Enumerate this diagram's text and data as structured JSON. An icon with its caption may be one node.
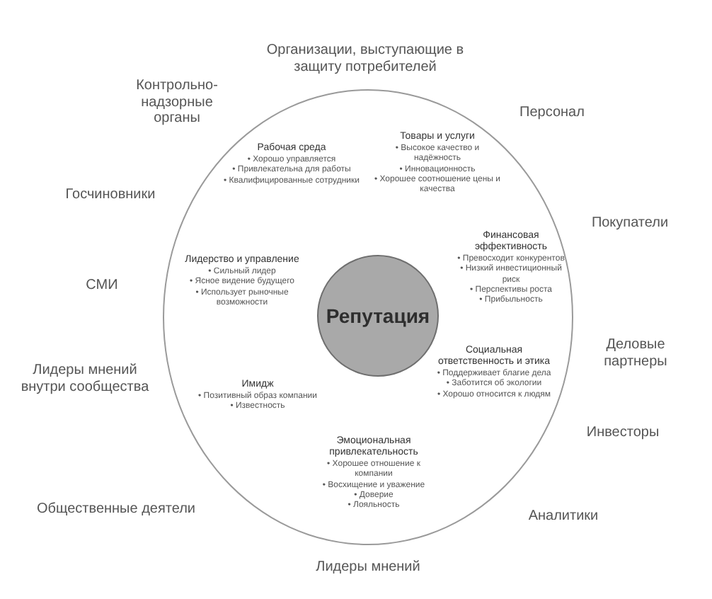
{
  "diagram": {
    "nodes": [
      {
        "text": [],
        "shape": "circle"
      },
      {
        "text": [
          "Рабочая среда",
          "• Хорошо управляется",
          "• Привлекательна для работы",
          "• Квалифицированные сотрудники"
        ],
        "in": 0
      },
      {
        "text": [
          "Товары и услуги",
          "• Высокое качество и надёжность",
          "• Инновационность",
          "• Хорошее соотношение цены и качества"
        ],
        "in": 0
      },
      {
        "text": [
          "Финансовая эффективность",
          "• Превосходит конкурентов",
          "• Низкий инвестиционный риск",
          "• Перспективы роста",
          "• Прибыльность"
        ],
        "in": 0
      },
      {
        "text": [
          "Лидерство и управление",
          "• Сильный лидер",
          "• Ясное видение будущего",
          "• Использует рыночные возможности"
        ],
        "in": 0
      },
      {
        "text": [
          "Репутация"
        ],
        "in": 0
      },
      {
        "text": [
          "Социальная ответственность и этика",
          "• Поддерживает благие дела",
          "• Заботится об экологии",
          "• Хорошо относится к людям"
        ],
        "in": 0
      },
      {
        "text": [
          "Имидж",
          "• Позитивный образ компании",
          "• Известность"
        ],
        "in": 0
      },
      {
        "text": [
          "Эмоциональная привлекательность",
          "• Хорошее отношение к компании",
          "• Восхищение и уважение",
          "• Доверие",
          "• Лояльность"
        ],
        "in": 0
      }
    ],
    "labels": [
      "Организации, выступающие в защиту потребителей",
      "Контрольно-надзорные органы",
      "Персонал",
      "Госчиновники",
      "Покупатели",
      "СМИ",
      "Деловые партнеры",
      "Лидеры мнений внутри сообщества",
      "Инвесторы",
      "Общественные деятели",
      "Аналитики",
      "Лидеры мнений"
    ]
  }
}
